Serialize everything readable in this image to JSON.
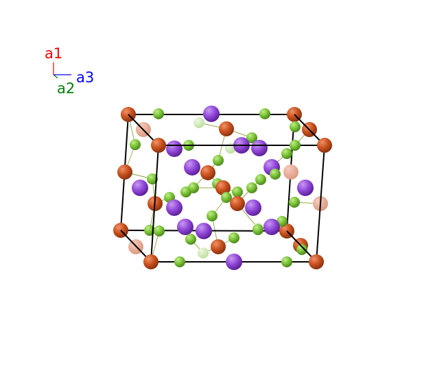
{
  "axes": {
    "a1": {
      "label": "a1",
      "color": "#ff0000"
    },
    "a2": {
      "label": "a2",
      "color": "#008000"
    },
    "a3": {
      "label": "a3",
      "color": "#0000ff"
    }
  },
  "colors": {
    "cell_edge": "#000000",
    "bond": "#8a9a2e",
    "orange_atom": "#c9501c",
    "orange_atom_faded": "#e8a58f",
    "green_atom": "#7fc63a",
    "green_atom_faded": "#c9e7b0",
    "purple_atom": "#9147d9"
  }
}
